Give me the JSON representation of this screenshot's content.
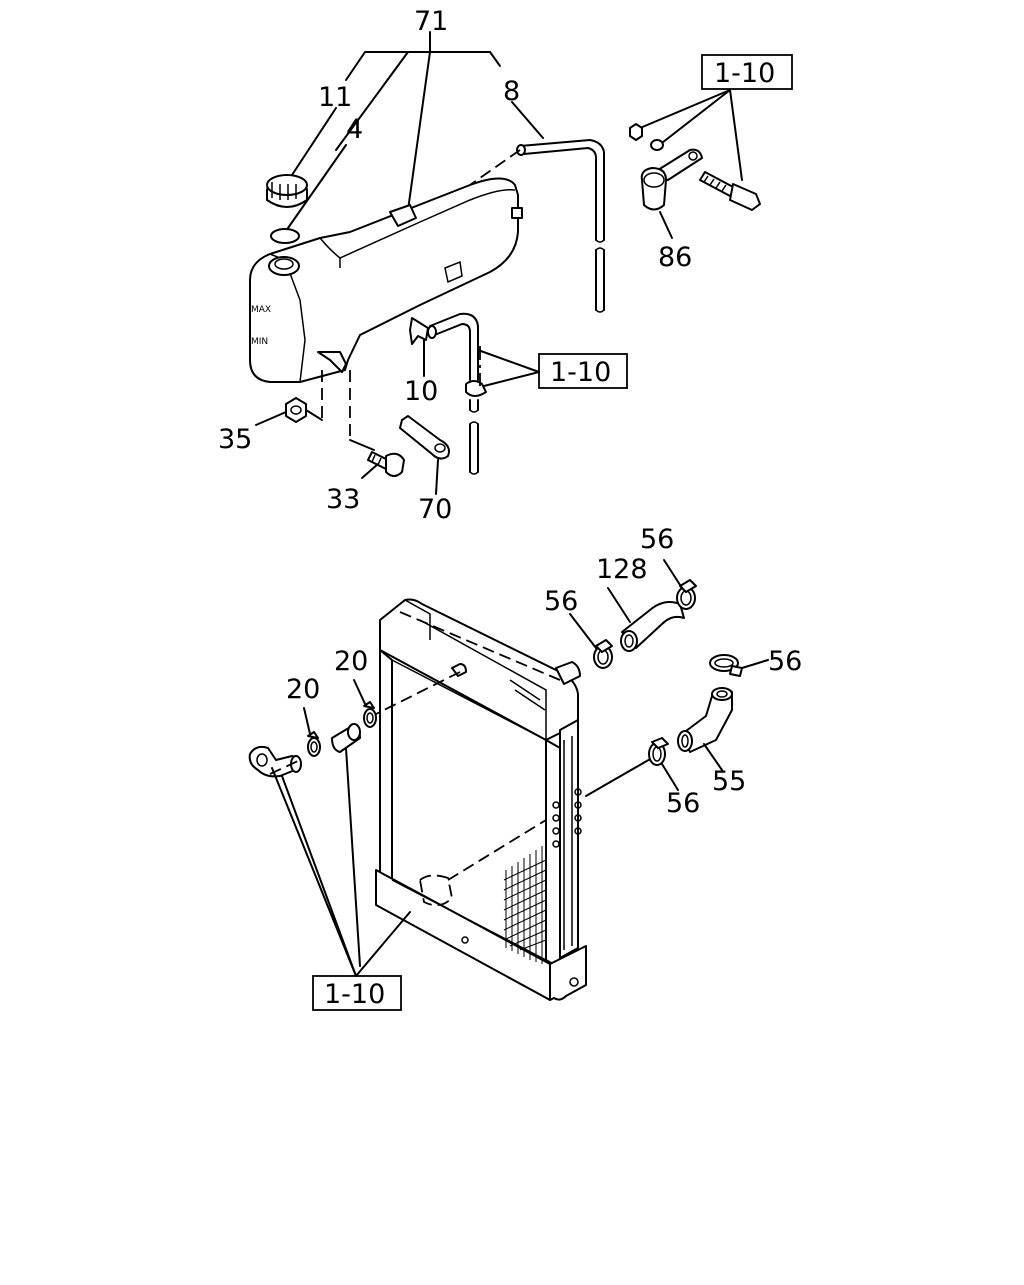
{
  "callouts": {
    "c71": "71",
    "c11": "11",
    "c4": "4",
    "c8": "8",
    "c86": "86",
    "c10": "10",
    "c35": "35",
    "c33": "33",
    "c70": "70",
    "c56a": "56",
    "c128": "128",
    "c56b": "56",
    "c56c": "56",
    "c20a": "20",
    "c20b": "20",
    "c55": "55",
    "c56d": "56"
  },
  "references": {
    "ref_top": "1-10",
    "ref_mid": "1-10",
    "ref_bottom": "1-10"
  }
}
